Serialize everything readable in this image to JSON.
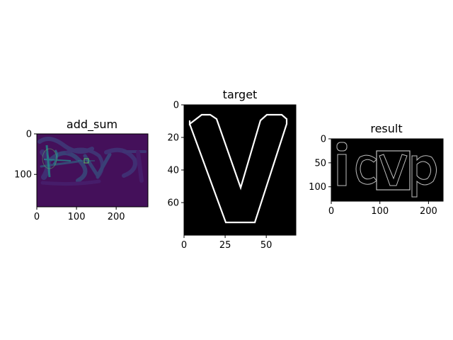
{
  "chart_data": [
    {
      "type": "image",
      "title": "add_sum",
      "colormap": "viridis",
      "xlim": [
        0,
        280
      ],
      "ylim": [
        180,
        0
      ],
      "xticks": [
        0,
        100,
        200
      ],
      "yticks": [
        0,
        100
      ],
      "xtick_labels": [
        "0",
        "100",
        "200"
      ],
      "ytick_labels": [
        "0",
        "100"
      ],
      "colors": {
        "background": "#44105a",
        "mid": "#3b528b",
        "bright": "#21918c",
        "highlight": "#5ec962"
      }
    },
    {
      "type": "image",
      "title": "target",
      "colormap": "gray",
      "xlim": [
        0,
        68
      ],
      "ylim": [
        80,
        0
      ],
      "xticks": [
        0,
        25,
        50
      ],
      "yticks": [
        0,
        20,
        40,
        60
      ],
      "xtick_labels": [
        "0",
        "25",
        "50"
      ],
      "ytick_labels": [
        "0",
        "20",
        "40",
        "60"
      ],
      "content": "V",
      "colors": {
        "background": "#000000",
        "edge": "#ffffff"
      }
    },
    {
      "type": "image",
      "title": "result",
      "colormap": "gray",
      "xlim": [
        0,
        230
      ],
      "ylim": [
        130,
        0
      ],
      "xticks": [
        0,
        100,
        200
      ],
      "yticks": [
        0,
        50,
        100
      ],
      "xtick_labels": [
        "0",
        "100",
        "200"
      ],
      "ytick_labels": [
        "0",
        "50",
        "100"
      ],
      "content": "icvp",
      "colors": {
        "background": "#000000",
        "edge": "#bfbfbf"
      }
    }
  ]
}
